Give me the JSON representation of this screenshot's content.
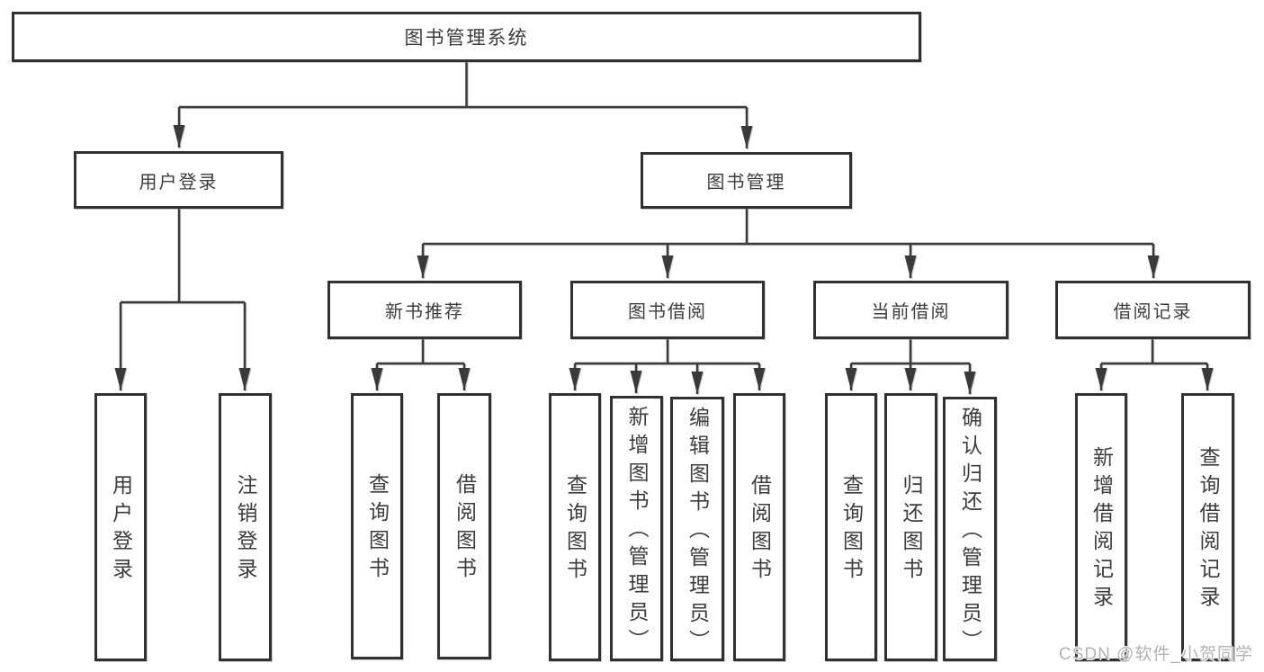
{
  "colors": {
    "line": "#3a3a3a",
    "box_border": "#313131",
    "text": "#3c3c3c",
    "background": "#ffffff",
    "watermark": "#b3b3b3"
  },
  "watermark": {
    "text": "CSDN @软件_小贺同学"
  },
  "tree": {
    "root": "图书管理系统",
    "children": [
      {
        "label": "用户登录",
        "children": [
          "用户登录",
          "注销登录"
        ]
      },
      {
        "label": "图书管理",
        "children": [
          {
            "label": "新书推荐",
            "children": [
              "查询图书",
              "借阅图书"
            ]
          },
          {
            "label": "图书借阅",
            "children": [
              "查询图书",
              "新增图书（管理员）",
              "编辑图书（管理员）",
              "借阅图书"
            ]
          },
          {
            "label": "当前借阅",
            "children": [
              "查询图书",
              "归还图书",
              "确认归还（管理员）"
            ]
          },
          {
            "label": "借阅记录",
            "children": [
              "新增借阅记录",
              "查询借阅记录"
            ]
          }
        ]
      }
    ]
  }
}
